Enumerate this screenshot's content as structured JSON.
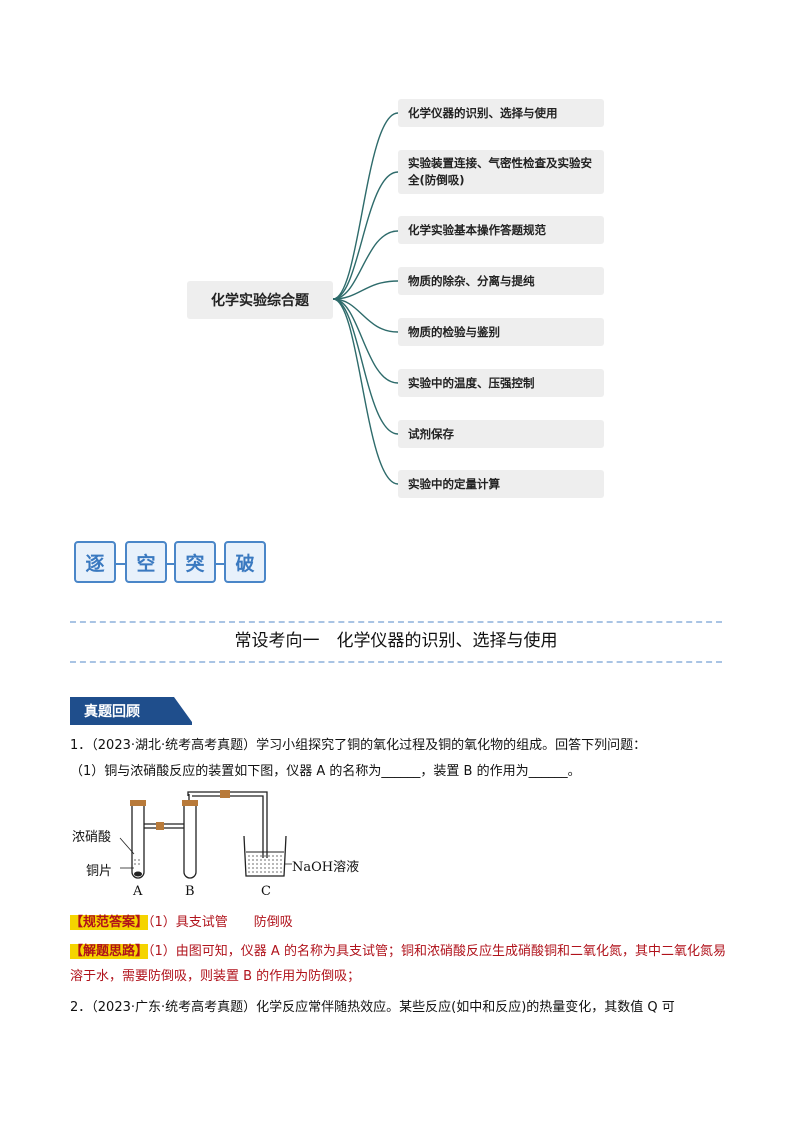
{
  "mindmap": {
    "root": "化学实验综合题",
    "leaves": [
      "化学仪器的识别、选择与使用",
      "实验装置连接、气密性检查及实验安全(防倒吸)",
      "化学实验基本操作答题规范",
      "物质的除杂、分离与提纯",
      "物质的检验与鉴别",
      "实验中的温度、压强控制",
      "试剂保存",
      "实验中的定量计算"
    ],
    "line_color": "#2e6b6b"
  },
  "badge": {
    "chars": [
      "逐",
      "空",
      "突",
      "破"
    ]
  },
  "section": {
    "title": "常设考向一　化学仪器的识别、选择与使用"
  },
  "tag": {
    "label": "真题回顾",
    "color": "#1f4e8c"
  },
  "q1": {
    "stem": "1．（2023·湖北·统考高考真题）学习小组探究了铜的氧化过程及铜的氧化物的组成。回答下列问题：",
    "sub": "（1）铜与浓硝酸反应的装置如下图，仪器 A 的名称为______，装置 B 的作用为______。",
    "diagram": {
      "label_acid": "浓硝酸",
      "label_copper": "铜片",
      "label_a": "A",
      "label_b": "B",
      "label_c": "C",
      "label_naoh": "NaOH溶液"
    },
    "answer_tag": "【规范答案】",
    "answer_text": "（1）具支试管　　防倒吸",
    "idea_tag": "【解题思路】",
    "idea_text": "（1）由图可知，仪器 A 的名称为具支试管；铜和浓硝酸反应生成硝酸铜和二氧化氮，其中二氧化氮易溶于水，需要防倒吸，则装置 B 的作用为防倒吸；"
  },
  "q2": {
    "stem": "2．（2023·广东·统考高考真题）化学反应常伴随热效应。某些反应(如中和反应)的热量变化，其数值 Q 可"
  }
}
